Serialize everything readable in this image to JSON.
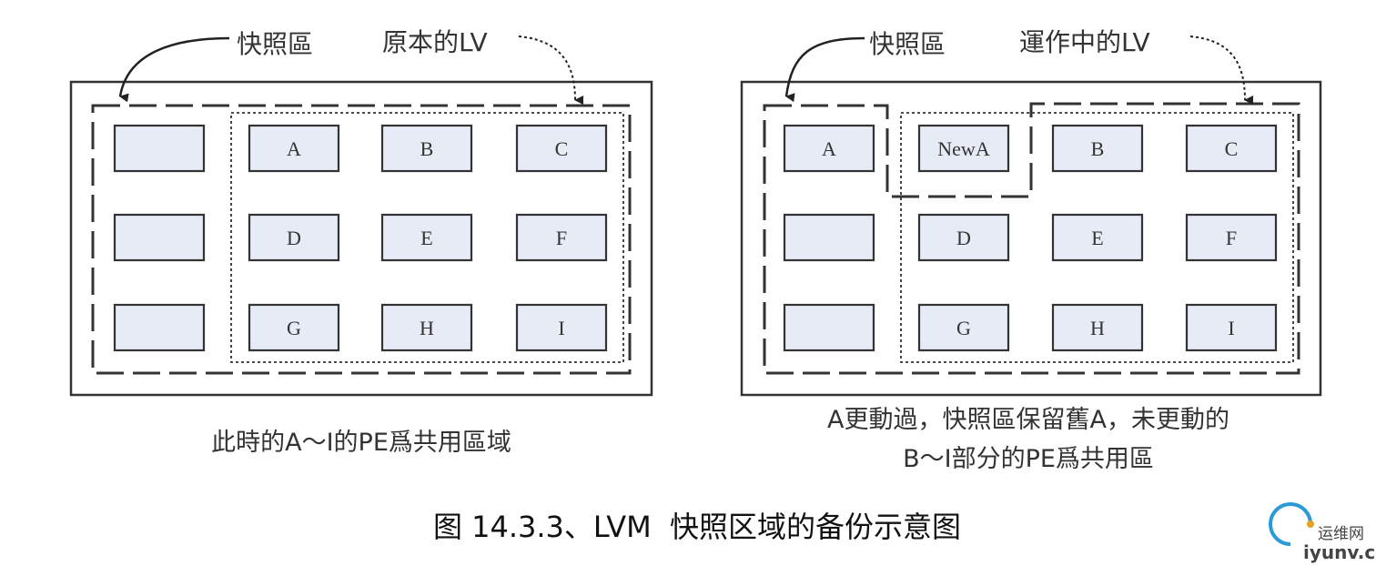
{
  "left": {
    "snapshot_label": "快照區",
    "lv_label": "原本的LV",
    "pe_blank": [
      "",
      "",
      ""
    ],
    "pe_letters": [
      "A",
      "B",
      "C",
      "D",
      "E",
      "F",
      "G",
      "H",
      "I"
    ],
    "caption": "此時的A～I的PE爲共用區域"
  },
  "right": {
    "snapshot_label": "快照區",
    "lv_label": "運作中的LV",
    "snapshot_pe": [
      "A",
      "",
      ""
    ],
    "pe_letters": [
      "NewA",
      "B",
      "C",
      "D",
      "E",
      "F",
      "G",
      "H",
      "I"
    ],
    "caption_line1": "A更動過，快照區保留舊A，未更動的",
    "caption_line2": "B～I部分的PE爲共用區"
  },
  "figure_caption": "图 14.3.3、LVM  快照区域的备份示意图",
  "watermark": {
    "brand": "运维网",
    "url": "iyunv.com"
  },
  "colors": {
    "pe_fill": "#e6ebf5",
    "stroke": "#333333"
  }
}
